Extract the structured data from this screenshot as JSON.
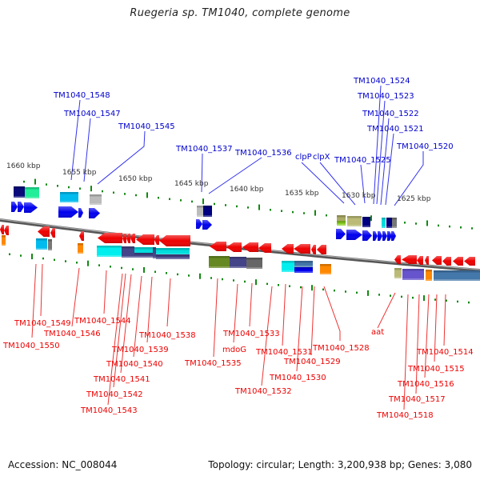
{
  "title": "Ruegeria sp. TM1040, complete genome",
  "footer": {
    "accession": "Accession: NC_008044",
    "summary": "Topology: circular; Length: 3,200,938 bp; Genes: 3,080"
  },
  "colors": {
    "forward_gene": "#0000ee",
    "reverse_gene": "#ee0000",
    "forward_label": "#0000cc",
    "reverse_label": "#ee0000",
    "tick": "#118811",
    "backbone": "#777777"
  },
  "scale_ticks": [
    {
      "label": "1660 kbp"
    },
    {
      "label": "1655 kbp"
    },
    {
      "label": "1650 kbp"
    },
    {
      "label": "1645 kbp"
    },
    {
      "label": "1640 kbp"
    },
    {
      "label": "1635 kbp"
    },
    {
      "label": "1630 kbp"
    },
    {
      "label": "1625 kbp"
    }
  ],
  "forward_labels": [
    {
      "text": "TM1040_1548"
    },
    {
      "text": "TM1040_1547"
    },
    {
      "text": "TM1040_1545"
    },
    {
      "text": "TM1040_1537"
    },
    {
      "text": "TM1040_1536"
    },
    {
      "text": "clpP"
    },
    {
      "text": "clpX"
    },
    {
      "text": "TM1040_1525"
    },
    {
      "text": "TM1040_1524"
    },
    {
      "text": "TM1040_1523"
    },
    {
      "text": "TM1040_1522"
    },
    {
      "text": "TM1040_1521"
    },
    {
      "text": "TM1040_1520"
    }
  ],
  "reverse_labels": [
    {
      "text": "TM1040_1549"
    },
    {
      "text": "TM1040_1550"
    },
    {
      "text": "TM1040_1546"
    },
    {
      "text": "TM1040_1544"
    },
    {
      "text": "TM1040_1538"
    },
    {
      "text": "TM1040_1539"
    },
    {
      "text": "TM1040_1540"
    },
    {
      "text": "TM1040_1541"
    },
    {
      "text": "TM1040_1542"
    },
    {
      "text": "TM1040_1543"
    },
    {
      "text": "TM1040_1535"
    },
    {
      "text": "mdoG"
    },
    {
      "text": "TM1040_1533"
    },
    {
      "text": "TM1040_1532"
    },
    {
      "text": "TM1040_1531"
    },
    {
      "text": "TM1040_1530"
    },
    {
      "text": "TM1040_1529"
    },
    {
      "text": "TM1040_1528"
    },
    {
      "text": "aat"
    },
    {
      "text": "TM1040_1514"
    },
    {
      "text": "TM1040_1515"
    },
    {
      "text": "TM1040_1516"
    },
    {
      "text": "TM1040_1517"
    },
    {
      "text": "TM1040_1518"
    }
  ]
}
